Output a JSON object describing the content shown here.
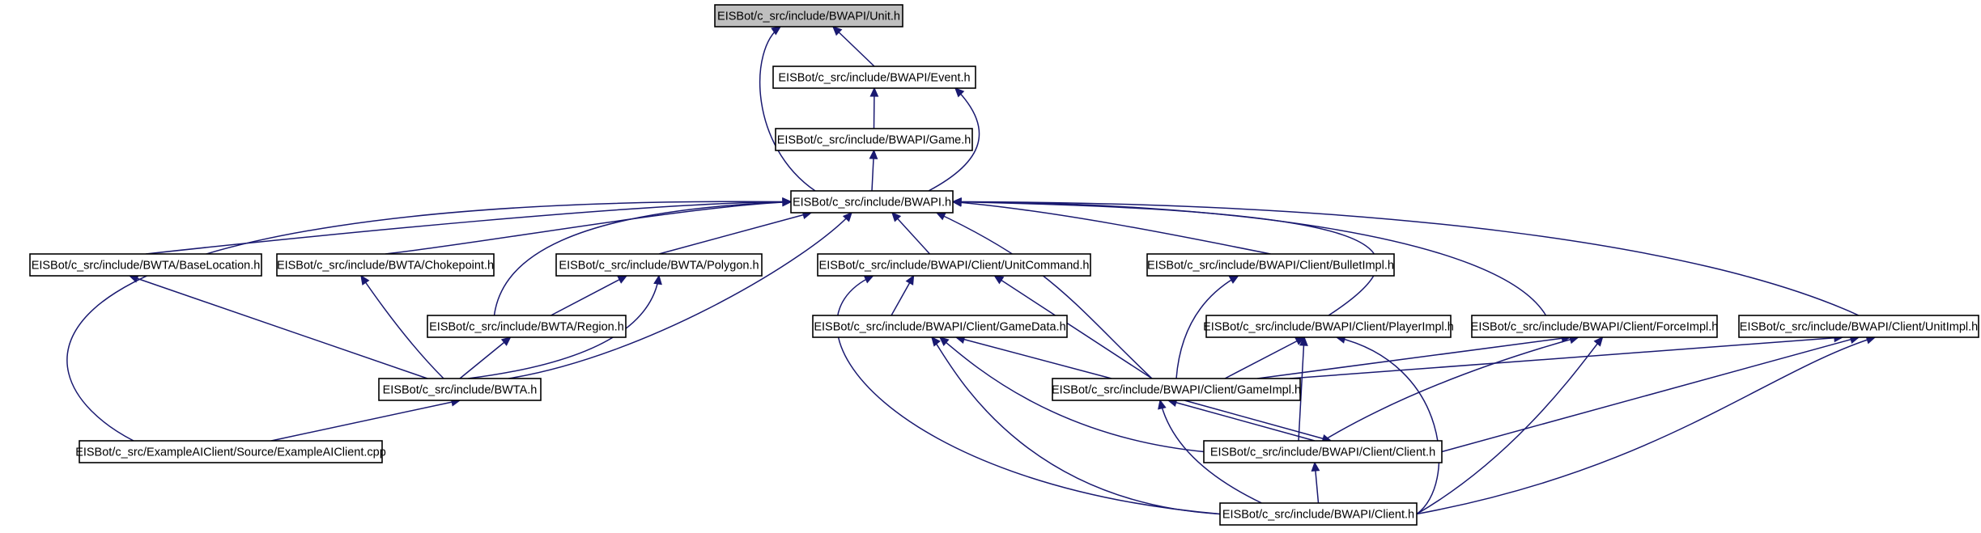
{
  "colors": {
    "edge": "#191970",
    "node_fill": "#ffffff",
    "root_fill": "#bfbfbf",
    "border": "#000000"
  },
  "nodes": [
    {
      "id": "unit",
      "label": "EISBot/c_src/include/BWAPI/Unit.h",
      "root": true
    },
    {
      "id": "event",
      "label": "EISBot/c_src/include/BWAPI/Event.h"
    },
    {
      "id": "game",
      "label": "EISBot/c_src/include/BWAPI/Game.h"
    },
    {
      "id": "bwapi",
      "label": "EISBot/c_src/include/BWAPI.h"
    },
    {
      "id": "baseloc",
      "label": "EISBot/c_src/include/BWTA/BaseLocation.h"
    },
    {
      "id": "choke",
      "label": "EISBot/c_src/include/BWTA/Chokepoint.h"
    },
    {
      "id": "polygon",
      "label": "EISBot/c_src/include/BWTA/Polygon.h"
    },
    {
      "id": "unitcommand",
      "label": "EISBot/c_src/include/BWAPI/Client/UnitCommand.h"
    },
    {
      "id": "bullet",
      "label": "EISBot/c_src/include/BWAPI/Client/BulletImpl.h"
    },
    {
      "id": "region",
      "label": "EISBot/c_src/include/BWTA/Region.h"
    },
    {
      "id": "gamedata",
      "label": "EISBot/c_src/include/BWAPI/Client/GameData.h"
    },
    {
      "id": "player",
      "label": "EISBot/c_src/include/BWAPI/Client/PlayerImpl.h"
    },
    {
      "id": "force",
      "label": "EISBot/c_src/include/BWAPI/Client/ForceImpl.h"
    },
    {
      "id": "unitimpl",
      "label": "EISBot/c_src/include/BWAPI/Client/UnitImpl.h"
    },
    {
      "id": "bwta",
      "label": "EISBot/c_src/include/BWTA.h"
    },
    {
      "id": "gameimpl",
      "label": "EISBot/c_src/include/BWAPI/Client/GameImpl.h"
    },
    {
      "id": "example",
      "label": "EISBot/c_src/ExampleAIClient/Source/ExampleAIClient.cpp"
    },
    {
      "id": "clientclient",
      "label": "EISBot/c_src/include/BWAPI/Client/Client.h"
    },
    {
      "id": "client",
      "label": "EISBot/c_src/include/BWAPI/Client.h"
    }
  ],
  "edges": [
    {
      "from": "event",
      "to": "unit"
    },
    {
      "from": "bwapi",
      "to": "unit"
    },
    {
      "from": "game",
      "to": "event"
    },
    {
      "from": "bwapi",
      "to": "event"
    },
    {
      "from": "bwapi",
      "to": "game"
    },
    {
      "from": "example",
      "to": "bwapi"
    },
    {
      "from": "baseloc",
      "to": "bwapi"
    },
    {
      "from": "choke",
      "to": "bwapi"
    },
    {
      "from": "region",
      "to": "bwapi"
    },
    {
      "from": "polygon",
      "to": "bwapi"
    },
    {
      "from": "bwta",
      "to": "bwapi"
    },
    {
      "from": "unitcommand",
      "to": "bwapi"
    },
    {
      "from": "gameimpl",
      "to": "bwapi"
    },
    {
      "from": "bullet",
      "to": "bwapi"
    },
    {
      "from": "player",
      "to": "bwapi"
    },
    {
      "from": "force",
      "to": "bwapi"
    },
    {
      "from": "unitimpl",
      "to": "bwapi"
    },
    {
      "from": "bwta",
      "to": "baseloc"
    },
    {
      "from": "bwta",
      "to": "choke"
    },
    {
      "from": "region",
      "to": "polygon"
    },
    {
      "from": "bwta",
      "to": "polygon"
    },
    {
      "from": "bwta",
      "to": "region"
    },
    {
      "from": "example",
      "to": "bwta"
    },
    {
      "from": "gamedata",
      "to": "unitcommand"
    },
    {
      "from": "gameimpl",
      "to": "unitcommand"
    },
    {
      "from": "client",
      "to": "unitcommand"
    },
    {
      "from": "gameimpl",
      "to": "bullet"
    },
    {
      "from": "gameimpl",
      "to": "gamedata"
    },
    {
      "from": "clientclient",
      "to": "gamedata"
    },
    {
      "from": "client",
      "to": "gamedata"
    },
    {
      "from": "gameimpl",
      "to": "player"
    },
    {
      "from": "clientclient",
      "to": "player"
    },
    {
      "from": "client",
      "to": "player"
    },
    {
      "from": "gameimpl",
      "to": "force"
    },
    {
      "from": "clientclient",
      "to": "force"
    },
    {
      "from": "client",
      "to": "force"
    },
    {
      "from": "gameimpl",
      "to": "unitimpl"
    },
    {
      "from": "clientclient",
      "to": "unitimpl"
    },
    {
      "from": "client",
      "to": "unitimpl"
    },
    {
      "from": "clientclient",
      "to": "gameimpl"
    },
    {
      "from": "gameimpl",
      "to": "clientclient"
    },
    {
      "from": "client",
      "to": "gameimpl"
    },
    {
      "from": "client",
      "to": "clientclient"
    }
  ]
}
